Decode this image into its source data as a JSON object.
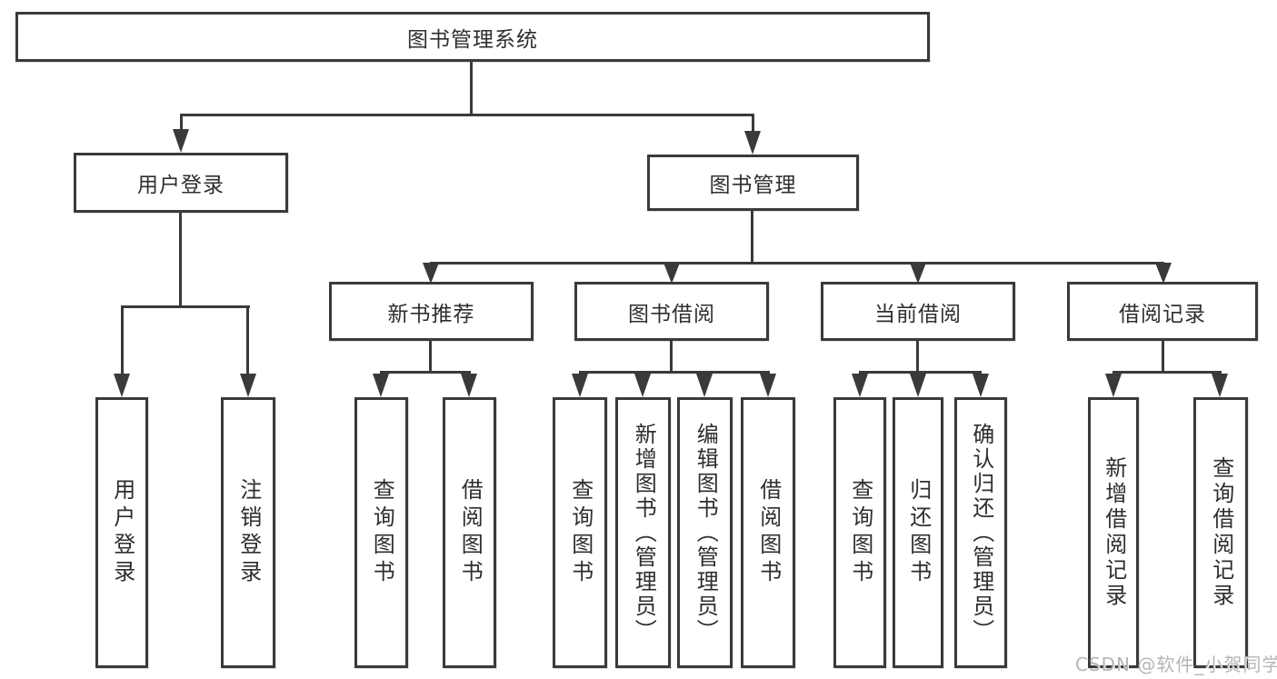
{
  "diagram": {
    "type": "hierarchy",
    "root": {
      "label": "图书管理系统"
    },
    "branches": [
      {
        "label": "用户登录"
      },
      {
        "label": "图书管理"
      }
    ],
    "sections": [
      {
        "label": "新书推荐"
      },
      {
        "label": "图书借阅"
      },
      {
        "label": "当前借阅"
      },
      {
        "label": "借阅记录"
      }
    ],
    "leaf_groups": [
      {
        "parent": "用户登录",
        "items": [
          {
            "label": "用户登录"
          },
          {
            "label": "注销登录"
          }
        ]
      },
      {
        "parent": "新书推荐",
        "items": [
          {
            "label": "查询图书"
          },
          {
            "label": "借阅图书"
          }
        ]
      },
      {
        "parent": "图书借阅",
        "items": [
          {
            "label": "查询图书"
          },
          {
            "label": "新增图书（管理员）"
          },
          {
            "label": "编辑图书（管理员）"
          },
          {
            "label": "借阅图书"
          }
        ]
      },
      {
        "parent": "当前借阅",
        "items": [
          {
            "label": "查询图书"
          },
          {
            "label": "归还图书"
          },
          {
            "label": "确认归还（管理员）"
          }
        ]
      },
      {
        "parent": "借阅记录",
        "items": [
          {
            "label": "新增借阅记录"
          },
          {
            "label": "查询借阅记录"
          }
        ]
      }
    ]
  },
  "watermark": {
    "text": "CSDN @软件_小贺同学"
  },
  "colors": {
    "line": "#3a3a3a",
    "text": "#2e2e2e",
    "watermark": "#b5b5b5",
    "background": "#ffffff"
  }
}
